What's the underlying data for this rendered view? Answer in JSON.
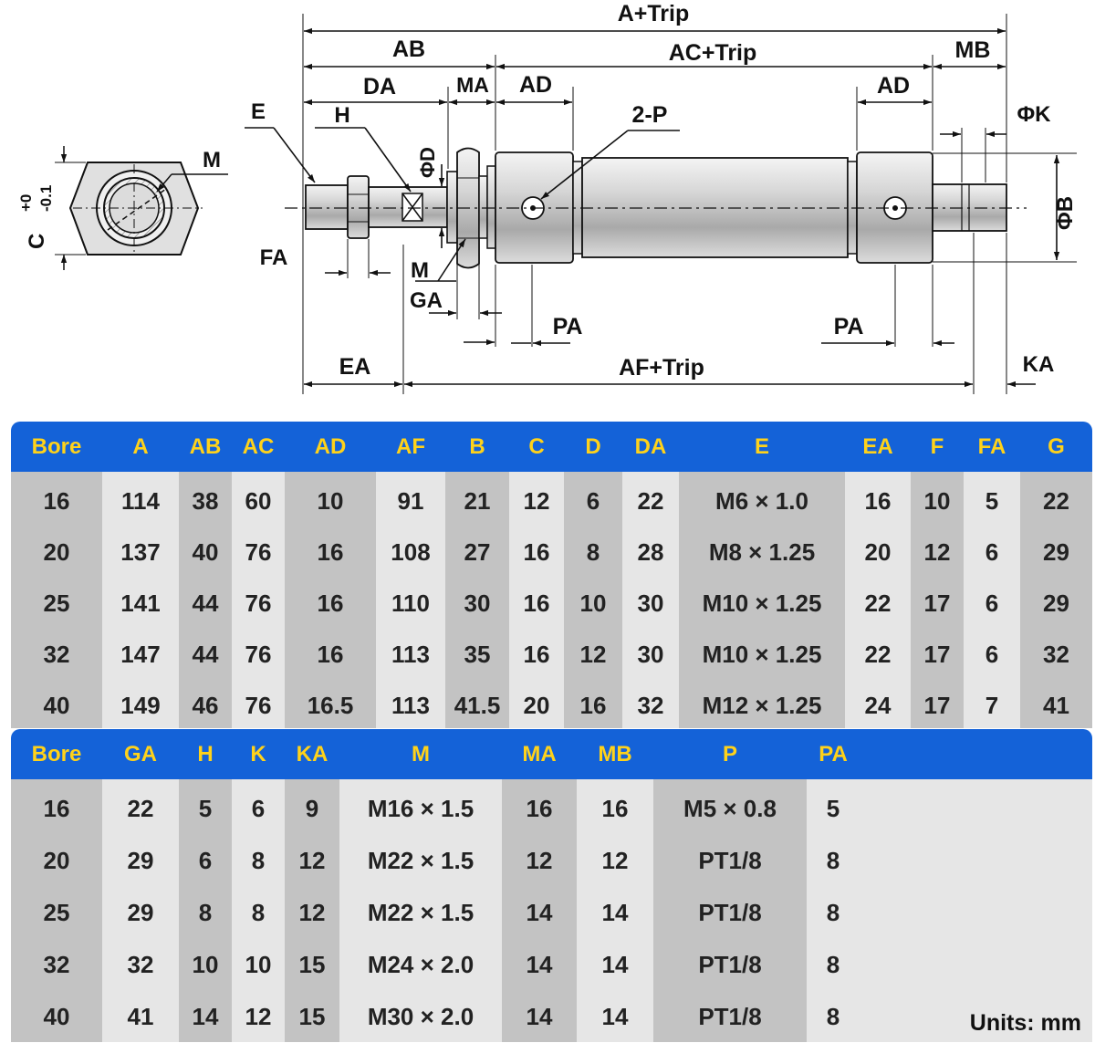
{
  "drawing": {
    "end_view": {
      "labels": {
        "m": "M",
        "c": "C",
        "tol_upper": "+0",
        "tol_lower": "-0.1"
      }
    },
    "dimension_labels": {
      "a_trip": "A+Trip",
      "ab": "AB",
      "ac_trip": "AC+Trip",
      "mb": "MB",
      "da": "DA",
      "ma": "MA",
      "ad_left": "AD",
      "ad_right": "AD",
      "e": "E",
      "h": "H",
      "two_p": "2-P",
      "phi_k": "ΦK",
      "phi_d": "ΦD",
      "phi_b": "ΦB",
      "fa": "FA",
      "m": "M",
      "ga": "GA",
      "pa_left": "PA",
      "pa_right": "PA",
      "ea": "EA",
      "af_trip": "AF+Trip",
      "ka": "KA"
    }
  },
  "table1": {
    "headers": [
      "Bore",
      "A",
      "AB",
      "AC",
      "AD",
      "AF",
      "B",
      "C",
      "D",
      "DA",
      "E",
      "EA",
      "F",
      "FA",
      "G"
    ],
    "rows": [
      [
        "16",
        "114",
        "38",
        "60",
        "10",
        "91",
        "21",
        "12",
        "6",
        "22",
        "M6 × 1.0",
        "16",
        "10",
        "5",
        "22"
      ],
      [
        "20",
        "137",
        "40",
        "76",
        "16",
        "108",
        "27",
        "16",
        "8",
        "28",
        "M8 × 1.25",
        "20",
        "12",
        "6",
        "29"
      ],
      [
        "25",
        "141",
        "44",
        "76",
        "16",
        "110",
        "30",
        "16",
        "10",
        "30",
        "M10 × 1.25",
        "22",
        "17",
        "6",
        "29"
      ],
      [
        "32",
        "147",
        "44",
        "76",
        "16",
        "113",
        "35",
        "16",
        "12",
        "30",
        "M10 × 1.25",
        "22",
        "17",
        "6",
        "32"
      ],
      [
        "40",
        "149",
        "46",
        "76",
        "16.5",
        "113",
        "41.5",
        "20",
        "16",
        "32",
        "M12 × 1.25",
        "24",
        "17",
        "7",
        "41"
      ]
    ]
  },
  "table2": {
    "headers": [
      "Bore",
      "GA",
      "H",
      "K",
      "KA",
      "M",
      "MA",
      "MB",
      "P",
      "PA"
    ],
    "rows": [
      [
        "16",
        "22",
        "5",
        "6",
        "9",
        "M16 × 1.5",
        "16",
        "16",
        "M5 × 0.8",
        "5"
      ],
      [
        "20",
        "29",
        "6",
        "8",
        "12",
        "M22 × 1.5",
        "12",
        "12",
        "PT1/8",
        "8"
      ],
      [
        "25",
        "29",
        "8",
        "8",
        "12",
        "M22 × 1.5",
        "14",
        "14",
        "PT1/8",
        "8"
      ],
      [
        "32",
        "32",
        "10",
        "10",
        "15",
        "M24 × 2.0",
        "14",
        "14",
        "PT1/8",
        "8"
      ],
      [
        "40",
        "41",
        "14",
        "12",
        "15",
        "M30 × 2.0",
        "14",
        "14",
        "PT1/8",
        "8"
      ]
    ]
  },
  "units_label": "Units: mm"
}
